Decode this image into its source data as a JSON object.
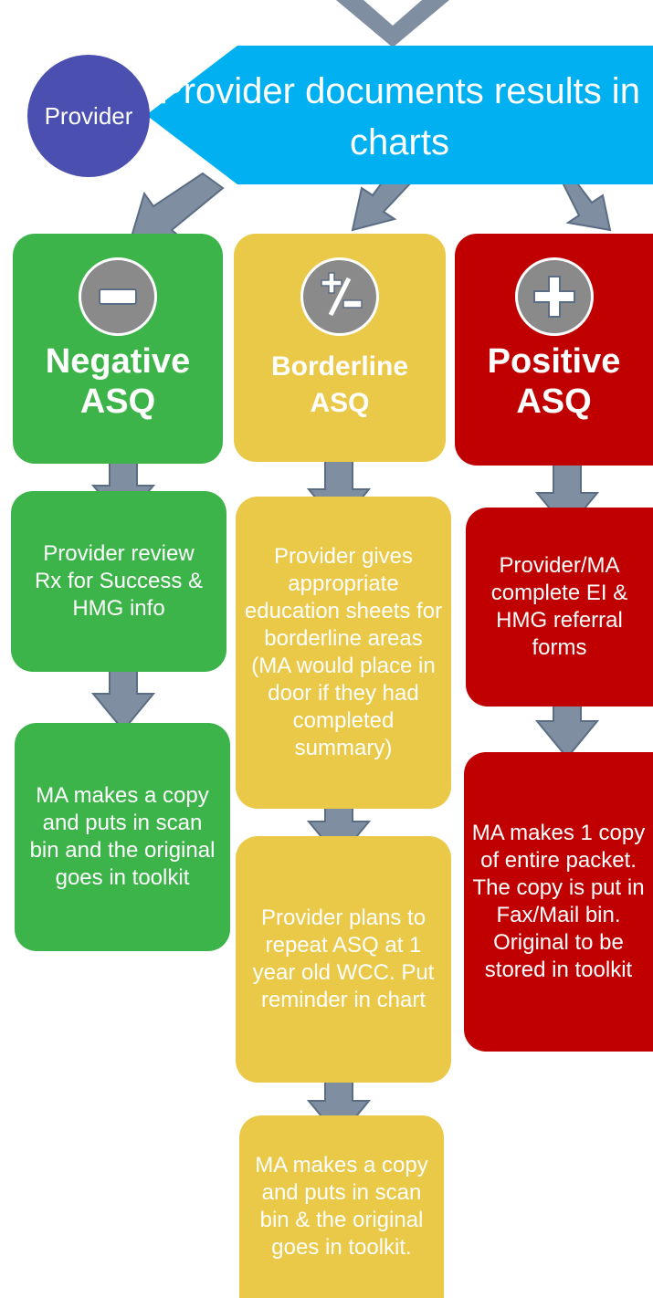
{
  "colors": {
    "banner": "#00b0f0",
    "provider_circle": "#4b4fb0",
    "negative": "#3cb44a",
    "borderline": "#ebc948",
    "positive": "#c00000",
    "arrow": "#7f8ea0",
    "icon_circle": "#8a8a8a"
  },
  "header": {
    "provider_label": "Provider",
    "banner_title": "Provider documents results in charts"
  },
  "columns": {
    "negative": {
      "icon": "minus-icon",
      "title_line1": "Negative",
      "title_line2": "ASQ",
      "step1": "Provider review Rx for Success & HMG info",
      "step2": "MA makes a copy and puts in scan bin and the original goes in toolkit"
    },
    "borderline": {
      "icon": "plus-minus-icon",
      "title_line1": "Borderline",
      "title_line2": "ASQ",
      "step1": "Provider gives appropriate education sheets for borderline areas (MA would place in door if they had completed summary)",
      "step2": "Provider plans to repeat ASQ at 1 year old WCC. Put reminder in chart",
      "step3": "MA makes a copy and puts in scan bin & the original goes in toolkit."
    },
    "positive": {
      "icon": "plus-icon",
      "title_line1": "Positive",
      "title_line2": "ASQ",
      "step1": "Provider/MA complete EI & HMG referral forms",
      "step2": "MA makes 1 copy of entire packet. The copy is put in Fax/Mail bin. Original to be stored in toolkit"
    }
  }
}
